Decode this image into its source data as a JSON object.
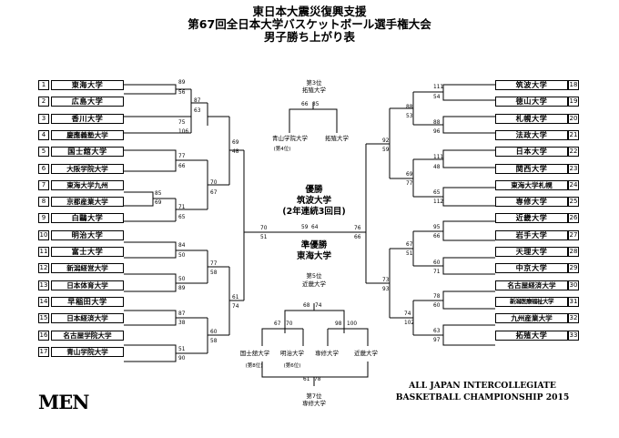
{
  "title": {
    "line1": "東日本大震災復興支援",
    "line2": "第67回全日本大学バスケットボール選手権大会",
    "line3": "男子勝ち上がり表"
  },
  "left_teams": [
    {
      "seed": "1",
      "name": "東海大学"
    },
    {
      "seed": "2",
      "name": "広島大学"
    },
    {
      "seed": "3",
      "name": "香川大学"
    },
    {
      "seed": "4",
      "name": "慶應義塾大学"
    },
    {
      "seed": "5",
      "name": "国士舘大学"
    },
    {
      "seed": "6",
      "name": "大阪学院大学"
    },
    {
      "seed": "7",
      "name": "東海大学九州"
    },
    {
      "seed": "8",
      "name": "京都産業大学"
    },
    {
      "seed": "9",
      "name": "白鷗大学"
    },
    {
      "seed": "10",
      "name": "明治大学"
    },
    {
      "seed": "11",
      "name": "富士大学"
    },
    {
      "seed": "12",
      "name": "新潟経営大学"
    },
    {
      "seed": "13",
      "name": "日本体育大学"
    },
    {
      "seed": "14",
      "name": "早稲田大学"
    },
    {
      "seed": "15",
      "name": "日本経済大学"
    },
    {
      "seed": "16",
      "name": "名古屋学院大学"
    },
    {
      "seed": "17",
      "name": "青山学院大学"
    }
  ],
  "right_teams": [
    {
      "seed": "18",
      "name": "筑波大学"
    },
    {
      "seed": "19",
      "name": "徳山大学"
    },
    {
      "seed": "20",
      "name": "札幌大学"
    },
    {
      "seed": "21",
      "name": "法政大学"
    },
    {
      "seed": "22",
      "name": "日本大学"
    },
    {
      "seed": "23",
      "name": "関西大学"
    },
    {
      "seed": "24",
      "name": "東海大学札幌"
    },
    {
      "seed": "25",
      "name": "専修大学"
    },
    {
      "seed": "26",
      "name": "近畿大学"
    },
    {
      "seed": "27",
      "name": "岩手大学"
    },
    {
      "seed": "28",
      "name": "天理大学"
    },
    {
      "seed": "29",
      "name": "中京大学"
    },
    {
      "seed": "30",
      "name": "名古屋経済大学"
    },
    {
      "seed": "31",
      "name": "新潟医療福祉大学"
    },
    {
      "seed": "32",
      "name": "九州産業大学"
    },
    {
      "seed": "33",
      "name": "拓殖大学"
    }
  ],
  "scores": {
    "l_r1_a": "89",
    "l_r1_b": "56",
    "l_r2_a": "87",
    "l_r2_b": "63",
    "l_q_a": "75",
    "l_q_b": "106",
    "l_r1_c": "77",
    "l_r1_d": "66",
    "l_r2_c": "70",
    "l_r2_d": "67",
    "l_q_c": "85",
    "l_q_d": "69",
    "l_r1_e": "71",
    "l_r1_f": "65",
    "l_s1_a": "69",
    "l_s1_b": "48",
    "l_r1_g": "84",
    "l_r1_h": "50",
    "l_r2_g": "77",
    "l_r2_h": "58",
    "l_q_g": "50",
    "l_q_h": "89",
    "l_r1_i": "87",
    "l_r1_j": "38",
    "l_r2_i": "60",
    "l_r2_j": "58",
    "l_q_i": "51",
    "l_q_j": "90",
    "l_s2_a": "61",
    "l_s2_b": "74",
    "l_f_a": "70",
    "l_f_b": "51",
    "r_r1_a": "111",
    "r_r1_b": "54",
    "r_r2_a": "88",
    "r_r2_b": "53",
    "r_q_a": "88",
    "r_q_b": "96",
    "r_r1_c": "111",
    "r_r1_d": "48",
    "r_r2_c": "69",
    "r_r2_d": "77",
    "r_q_c": "65",
    "r_q_d": "112",
    "r_s1_a": "92",
    "r_s1_b": "59",
    "r_r1_e": "95",
    "r_r1_f": "66",
    "r_r2_e": "67",
    "r_r2_f": "51",
    "r_q_e": "60",
    "r_q_f": "71",
    "r_r1_g": "78",
    "r_r1_h": "60",
    "r_r2_g": "74",
    "r_r2_h": "102",
    "r_q_g": "63",
    "r_q_h": "97",
    "r_s2_a": "73",
    "r_s2_b": "93",
    "r_f_a": "76",
    "r_f_b": "66",
    "final_l": "59",
    "final_r": "64",
    "third_l": "66",
    "third_r": "85",
    "fifth_l": "68",
    "fifth_r": "74",
    "sixth_a": "67",
    "sixth_b": "70",
    "sixth_c": "98",
    "sixth_d": "100",
    "seventh_l": "61",
    "seventh_r": "78"
  },
  "center": {
    "third_label": "第3位",
    "third_team": "拓殖大学",
    "third_pair_left": "青山学院大学",
    "third_pair_right": "拓殖大学",
    "fourth_note": "(第4位)",
    "champion_label": "優勝",
    "champion_team": "筑波大学",
    "champion_note": "(2年連続3回目)",
    "runnerup_label": "準優勝",
    "runnerup_team": "東海大学",
    "fifth_label": "第5位",
    "fifth_team": "近畿大学",
    "lower_t1": "国士舘大学",
    "lower_t2": "明治大学",
    "lower_t3": "専修大学",
    "lower_t4": "近畿大学",
    "eighth_note": "(第8位)",
    "sixth_note": "(第6位)",
    "seventh_label": "第7位",
    "seventh_team": "専修大学"
  },
  "footer": {
    "men": "MEN",
    "eng1": "ALL JAPAN INTERCOLLEGIATE",
    "eng2": "BASKETBALL CHAMPIONSHIP 2015"
  }
}
